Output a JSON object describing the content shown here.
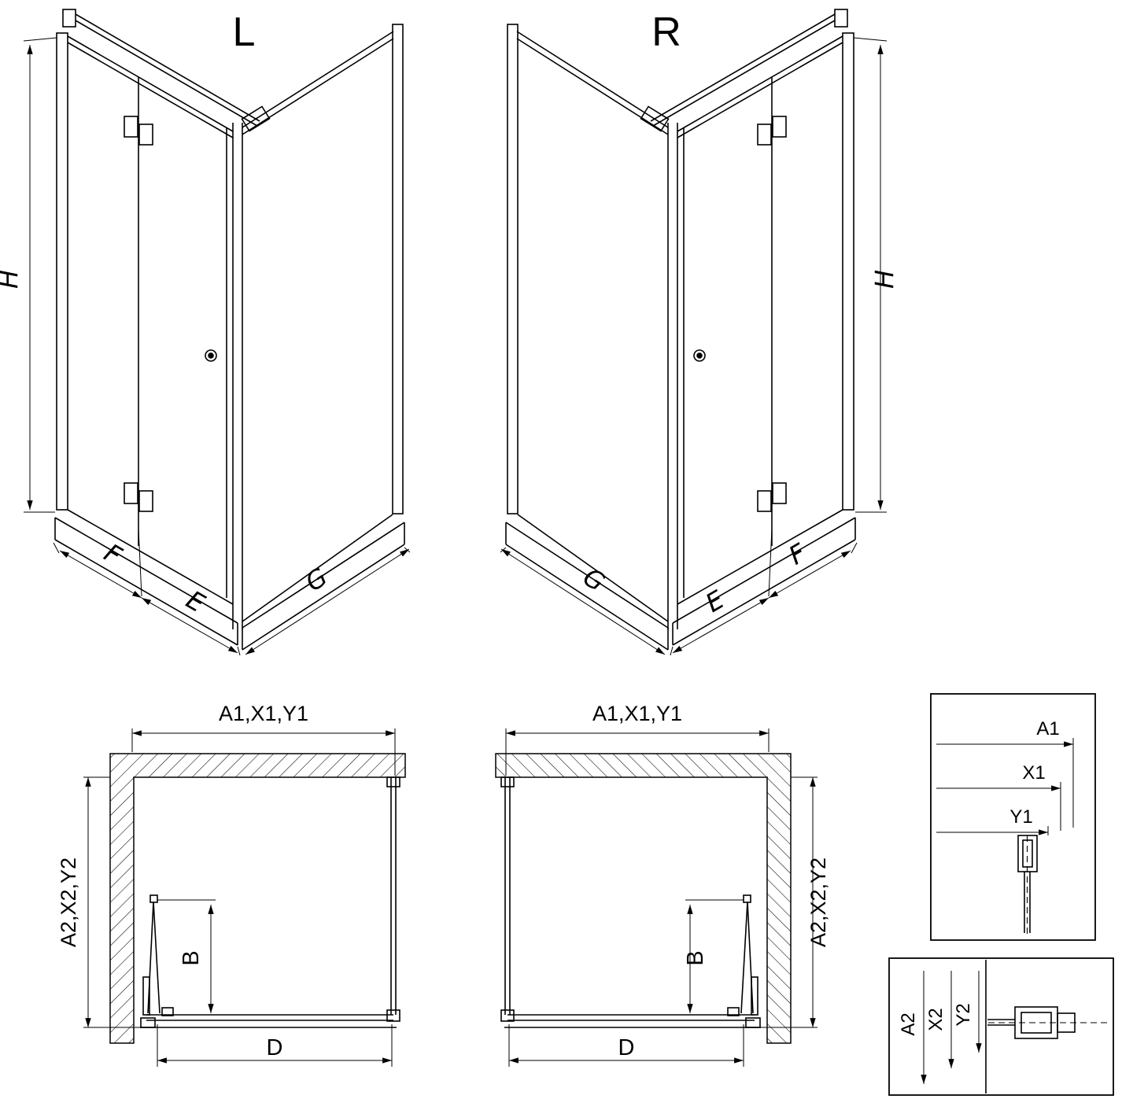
{
  "page": {
    "background": "#ffffff",
    "line_color": "#000000"
  },
  "isometric_views": {
    "left": {
      "variant": "L",
      "height": "H",
      "door_panel_width": "F",
      "door_fixed_width": "E",
      "side_panel_width": "G"
    },
    "right": {
      "variant": "R",
      "height": "H",
      "door_panel_width": "F",
      "door_fixed_width": "E",
      "side_panel_width": "G"
    }
  },
  "plan_views": {
    "left": {
      "width_dim": "A1,X1,Y1",
      "depth_dim": "A2,X2,Y2",
      "door_intrusion": "B",
      "entry_width": "D"
    },
    "right": {
      "width_dim": "A1,X1,Y1",
      "depth_dim": "A2,X2,Y2",
      "door_intrusion": "B",
      "entry_width": "D"
    }
  },
  "details": {
    "wall_profile_top": {
      "labels": [
        "A1",
        "X1",
        "Y1"
      ]
    },
    "wall_profile_bottom": {
      "labels": [
        "A2",
        "X2",
        "Y2"
      ]
    }
  }
}
